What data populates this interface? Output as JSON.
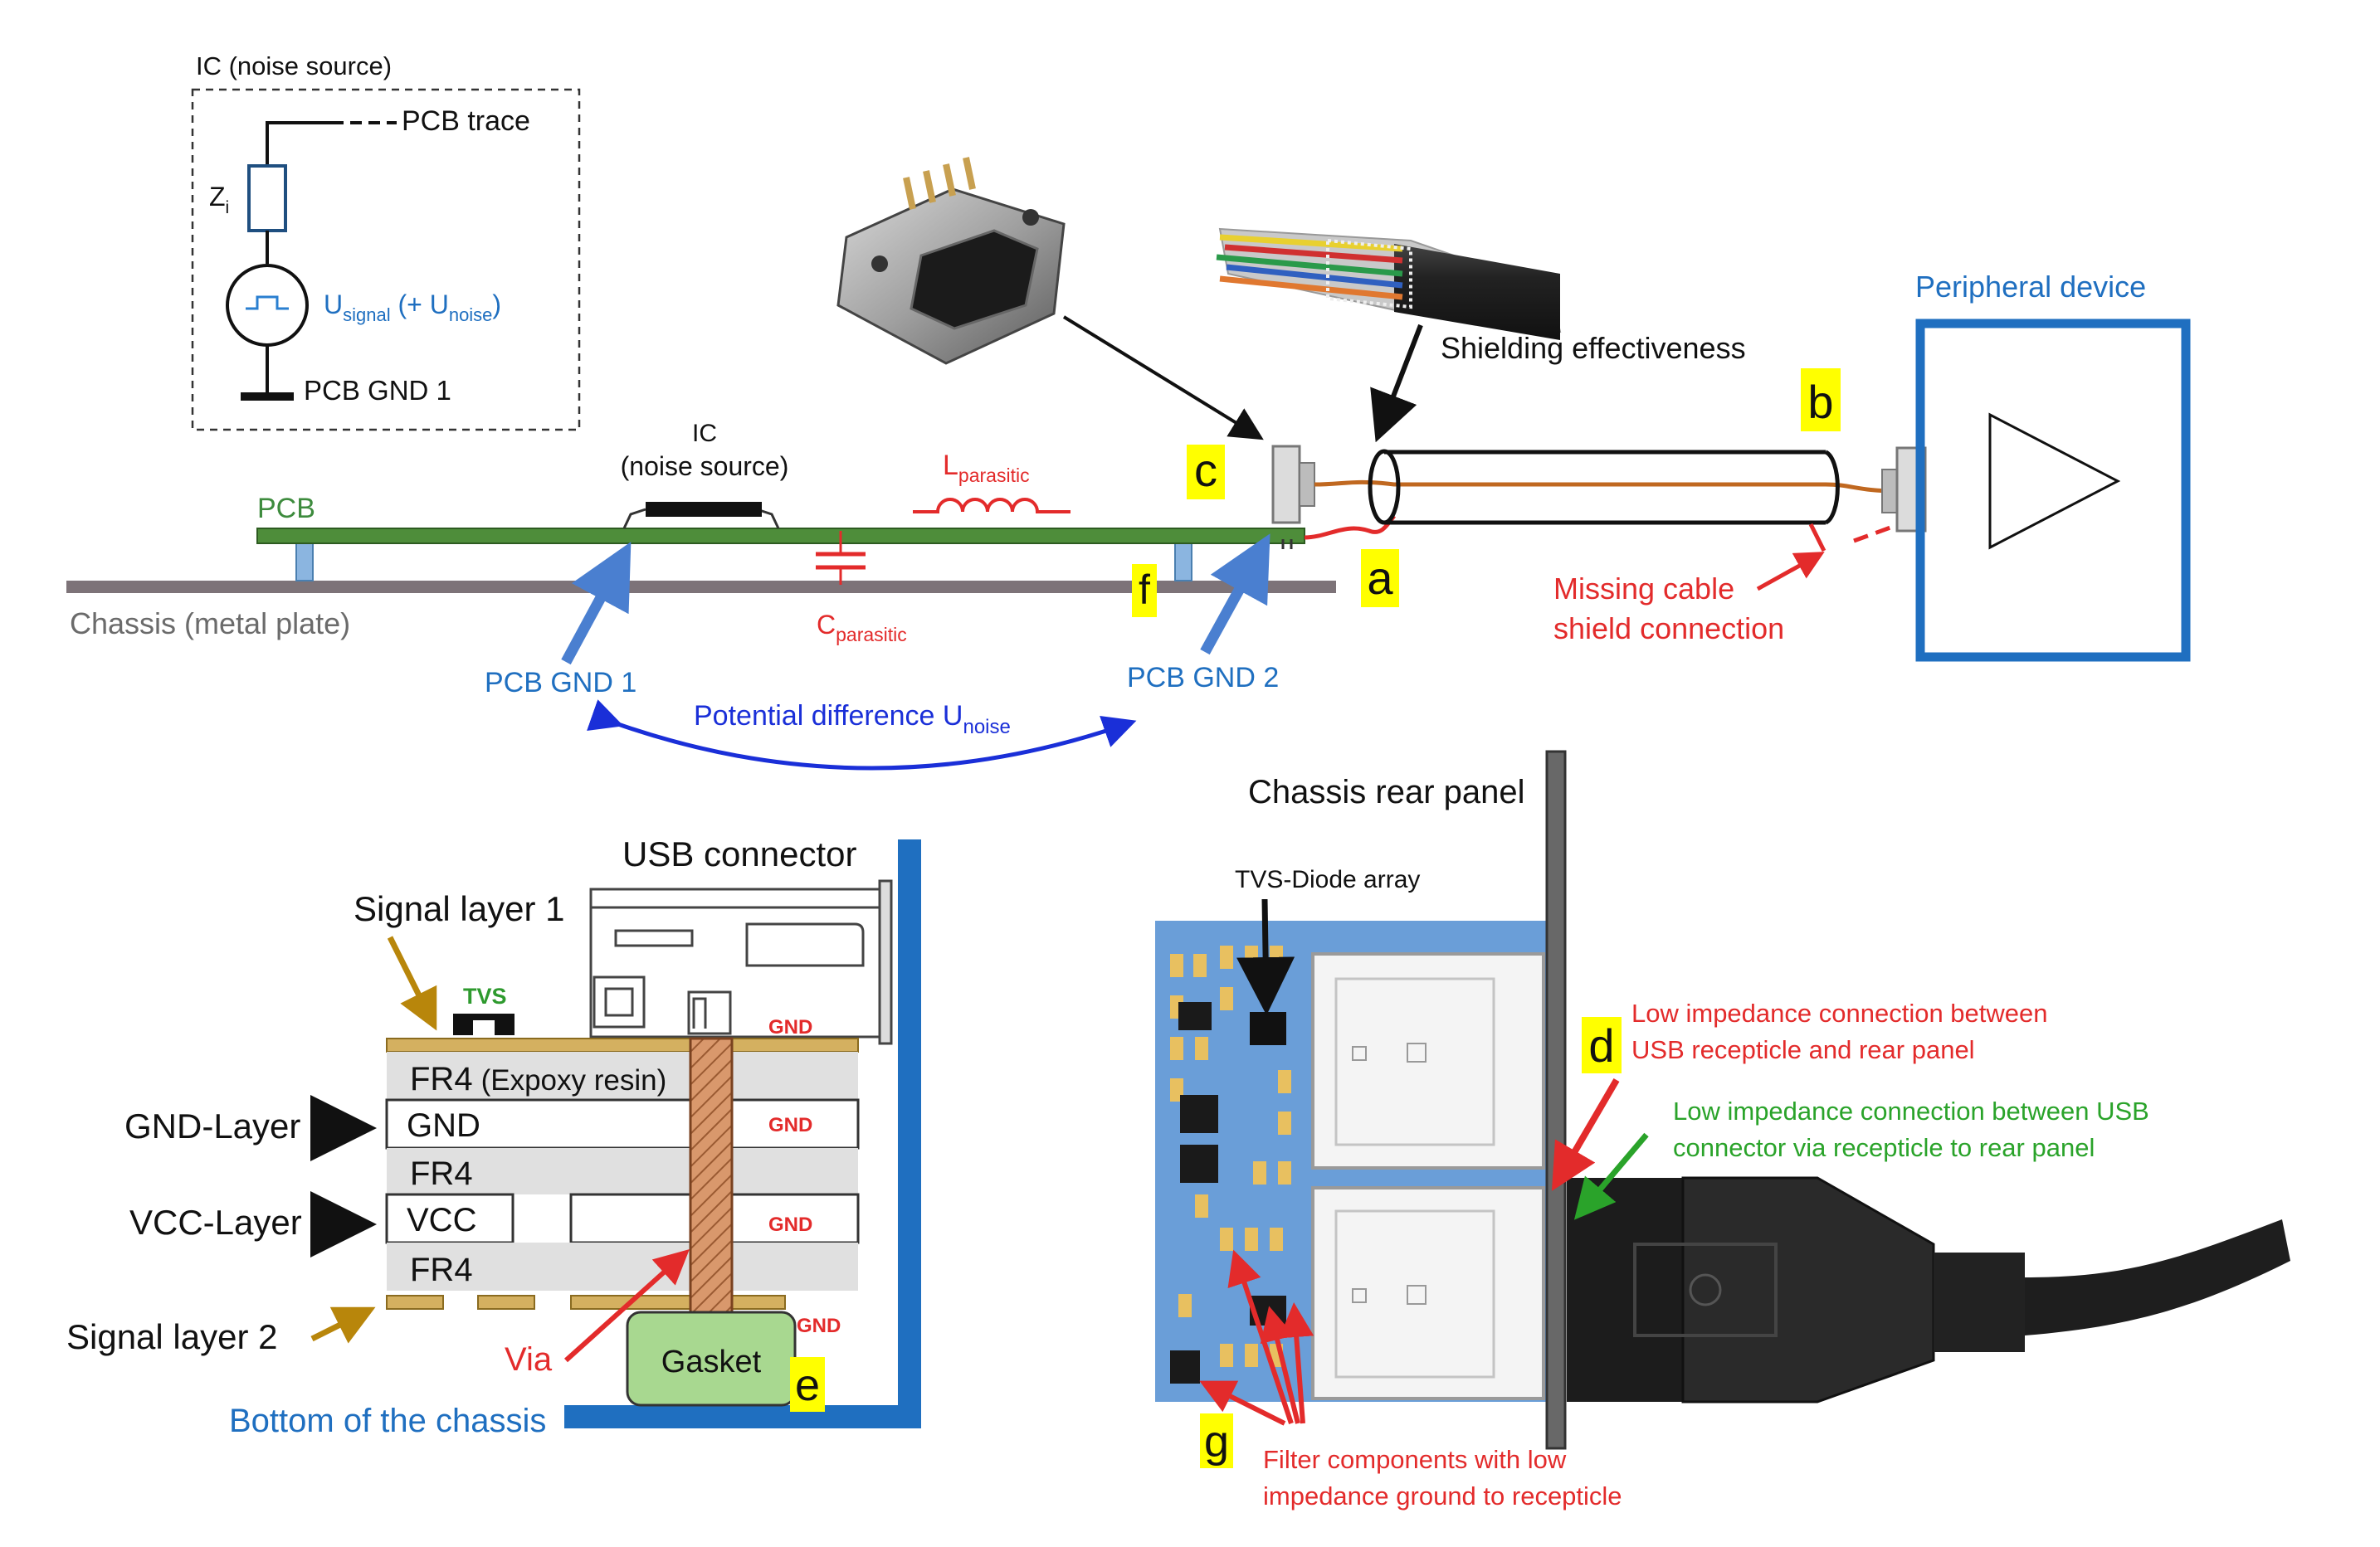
{
  "colors": {
    "pcb_green": "#4e8d3a",
    "chassis_gray": "#7d7378",
    "blue": "#1f6fc0",
    "red": "#e32b2b",
    "green": "#2aa32a",
    "yellow_label": "#ffff00",
    "gold_arrow": "#b8860b",
    "copper": "#cd8a5a"
  },
  "inset": {
    "title": "IC (noise source)",
    "pcb_trace": "PCB trace",
    "zi_main": "Z",
    "zi_sub": "i",
    "usig_main": "U",
    "usig_sub": "signal",
    "usig_mid": " (+ U",
    "usig_sub2": "noise",
    "usig_end": ")",
    "pcb_gnd": "PCB GND 1"
  },
  "top": {
    "ic_line1": "IC",
    "ic_line2": "(noise source)",
    "pcb": "PCB",
    "chassis": "Chassis (metal plate)",
    "lpar_main": "L",
    "lpar_sub": "parasitic",
    "cpar_main": "C",
    "cpar_sub": "parasitic",
    "pcb_gnd1": "PCB GND 1",
    "pcb_gnd2": "PCB GND 2",
    "potdiff_main": "Potential difference U",
    "potdiff_sub": "noise",
    "shielding": "Shielding effectiveness",
    "peripheral": "Peripheral device",
    "missing_line1": "Missing cable",
    "missing_line2": "shield connection",
    "labels": {
      "a": "a",
      "b": "b",
      "c": "c",
      "f": "f"
    }
  },
  "stackup": {
    "usb_connector": "USB connector",
    "signal_layer1": "Signal layer 1",
    "tvs": "TVS",
    "gnd_layer": "GND-Layer",
    "vcc_layer": "VCC-Layer",
    "signal_layer2": "Signal layer 2",
    "fr4_top": "FR4",
    "fr4_top_note": "(Expoxy resin)",
    "gnd_plane": "GND",
    "fr4_mid": "FR4",
    "vcc_plane": "VCC",
    "fr4_bot": "FR4",
    "gnd_tag": "GND",
    "via": "Via",
    "gasket": "Gasket",
    "bottom_chassis": "Bottom of the chassis",
    "label_e": "e"
  },
  "photo": {
    "rear_panel": "Chassis rear panel",
    "tvs_array": "TVS-Diode array",
    "low_imp1_line1": "Low impedance connection between",
    "low_imp1_line2": "USB recepticle and rear panel",
    "low_imp2_line1": "Low impedance connection between USB",
    "low_imp2_line2": "connector via recepticle to rear panel",
    "filter_line1": "Filter components with low",
    "filter_line2": "impedance ground to recepticle",
    "label_d": "d",
    "label_g": "g"
  }
}
